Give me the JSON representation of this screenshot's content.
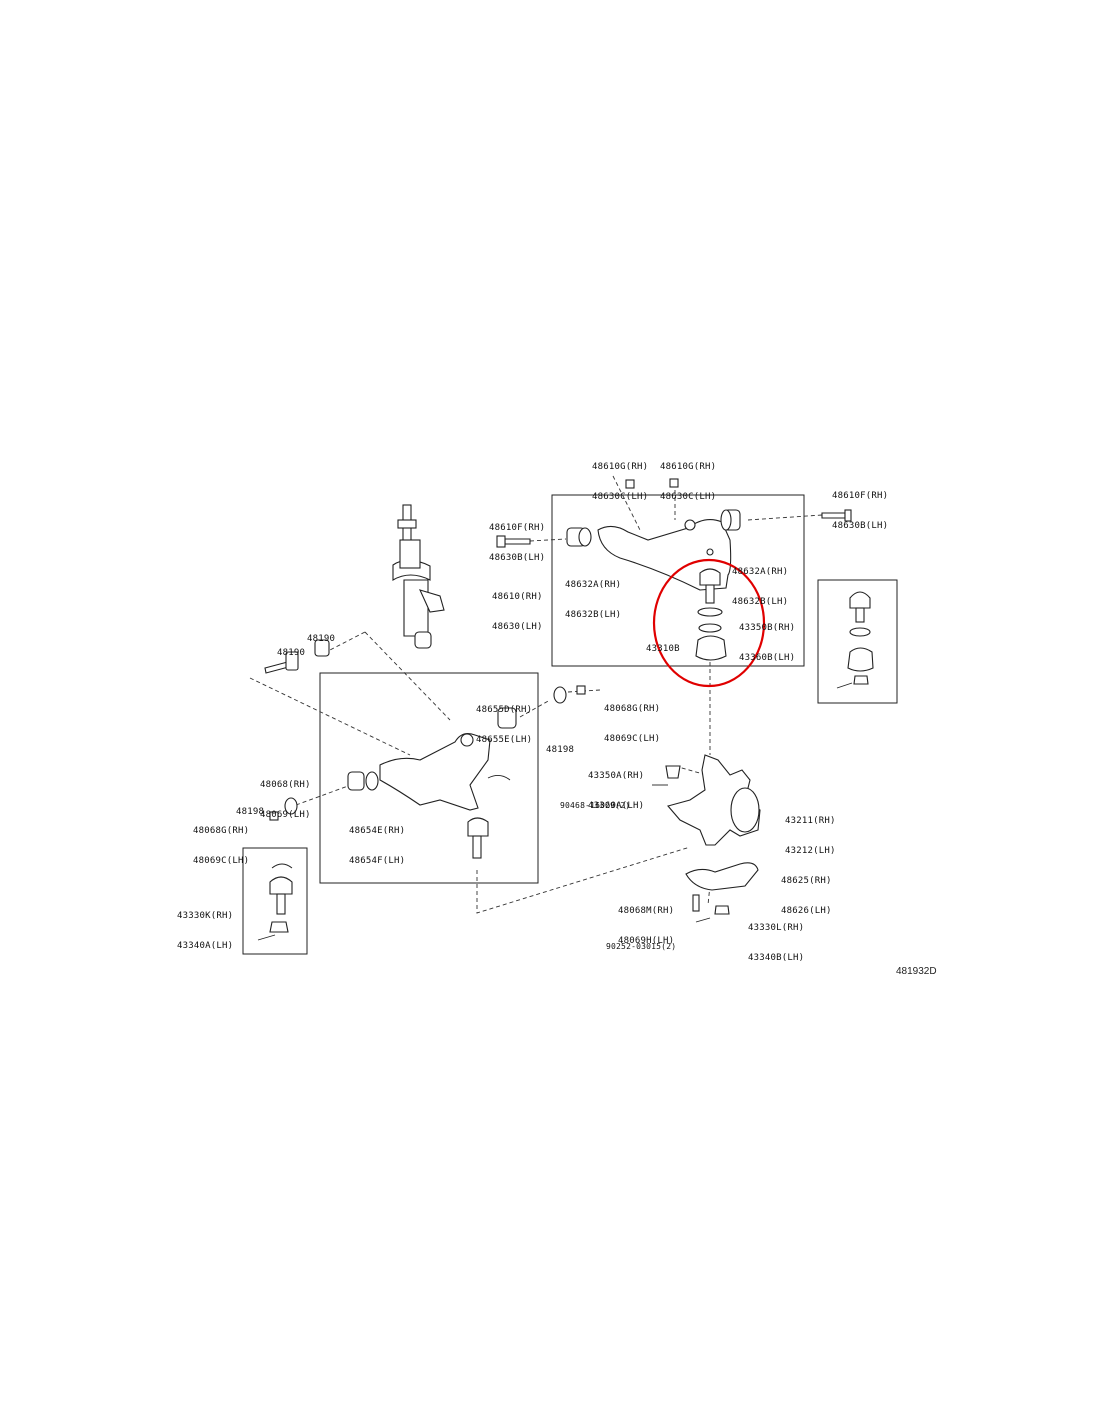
{
  "figure_number": "481932D",
  "highlight_color": "#e00000",
  "labels": {
    "upper_nut_a": [
      "48610G(RH)",
      "48630C(LH)"
    ],
    "upper_nut_b": [
      "48610G(RH)",
      "48630C(LH)"
    ],
    "upper_bolt_right": [
      "48610F(RH)",
      "48630B(LH)"
    ],
    "upper_bolt_left": [
      "48610F(RH)",
      "48630B(LH)"
    ],
    "upper_bushing_left": [
      "48632A(RH)",
      "48632B(LH)"
    ],
    "upper_bushing_right": [
      "48632A(RH)",
      "48632B(LH)"
    ],
    "upper_arm": [
      "48610(RH)",
      "48630(LH)"
    ],
    "upper_ball_joint_ring": [
      "43350B(RH)",
      "43360B(LH)"
    ],
    "upper_ball_joint": "43310B",
    "cam_bolt": "48190",
    "cam_washer": "48190",
    "lower_bushing_rear": [
      "48655D(RH)",
      "48655E(LH)"
    ],
    "lower_nut_top": [
      "48068G(RH)",
      "48069C(LH)"
    ],
    "stopper_top": "48198",
    "lower_arm": [
      "48068(RH)",
      "48069(LH)"
    ],
    "stopper_left": "48198",
    "lower_nut_left": [
      "48068G(RH)",
      "48069C(LH)"
    ],
    "lower_bushing_front": [
      "48654E(RH)",
      "48654F(LH)"
    ],
    "lower_ball_joint": [
      "43330K(RH)",
      "43340A(LH)"
    ],
    "knuckle_nut": [
      "43350A(RH)",
      "43360A(LH)"
    ],
    "cotter_pin_a": "90468-16029(2)",
    "knuckle": [
      "43211(RH)",
      "43212(LH)"
    ],
    "knuckle_arm": [
      "48625(RH)",
      "48626(LH)"
    ],
    "knuckle_arm_bolt": [
      "48068M(RH)",
      "48069H(LH)"
    ],
    "ball_joint_nut": [
      "43330L(RH)",
      "43340B(LH)"
    ],
    "cotter_pin_b": "90252-03015(2)"
  }
}
